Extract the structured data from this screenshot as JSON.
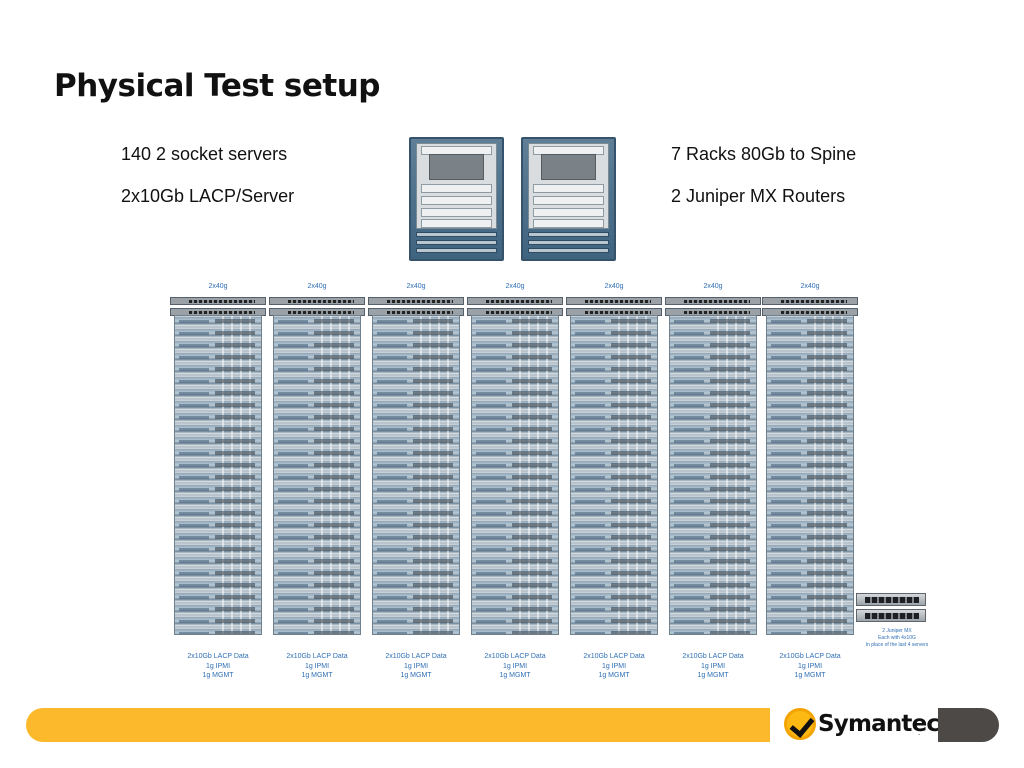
{
  "title": "Physical Test setup",
  "bullets": {
    "servers": "140 2 socket servers",
    "server_links": "2x10Gb LACP/Server",
    "racks": "7 Racks 80Gb to Spine",
    "routers": "2 Juniper MX Routers"
  },
  "racks": [
    {
      "uplink": "2x40g",
      "foot1": "2x10Gb LACP Data",
      "foot2": "1g IPMI",
      "foot3": "1g MGMT"
    },
    {
      "uplink": "2x40g",
      "foot1": "2x10Gb LACP Data",
      "foot2": "1g IPMI",
      "foot3": "1g MGMT"
    },
    {
      "uplink": "2x40g",
      "foot1": "2x10Gb LACP Data",
      "foot2": "1g IPMI",
      "foot3": "1g MGMT"
    },
    {
      "uplink": "2x40g",
      "foot1": "2x10Gb LACP Data",
      "foot2": "1g IPMI",
      "foot3": "1g MGMT"
    },
    {
      "uplink": "2x40g",
      "foot1": "2x10Gb LACP Data",
      "foot2": "1g IPMI",
      "foot3": "1g MGMT"
    },
    {
      "uplink": "2x40g",
      "foot1": "2x10Gb LACP Data",
      "foot2": "1g IPMI",
      "foot3": "1g MGMT"
    },
    {
      "uplink": "2x40g",
      "foot1": "2x10Gb LACP Data",
      "foot2": "1g IPMI",
      "foot3": "1g MGMT"
    }
  ],
  "router_note": {
    "line1": "2 Juniper MX",
    "line2": "Each with 4x10G",
    "line3": "In place of the last 4 servers"
  },
  "footer": {
    "brand": "Symantec",
    "brand_mark": ".",
    "accent_color": "#fbb92b",
    "dark_color": "#4d4947"
  }
}
